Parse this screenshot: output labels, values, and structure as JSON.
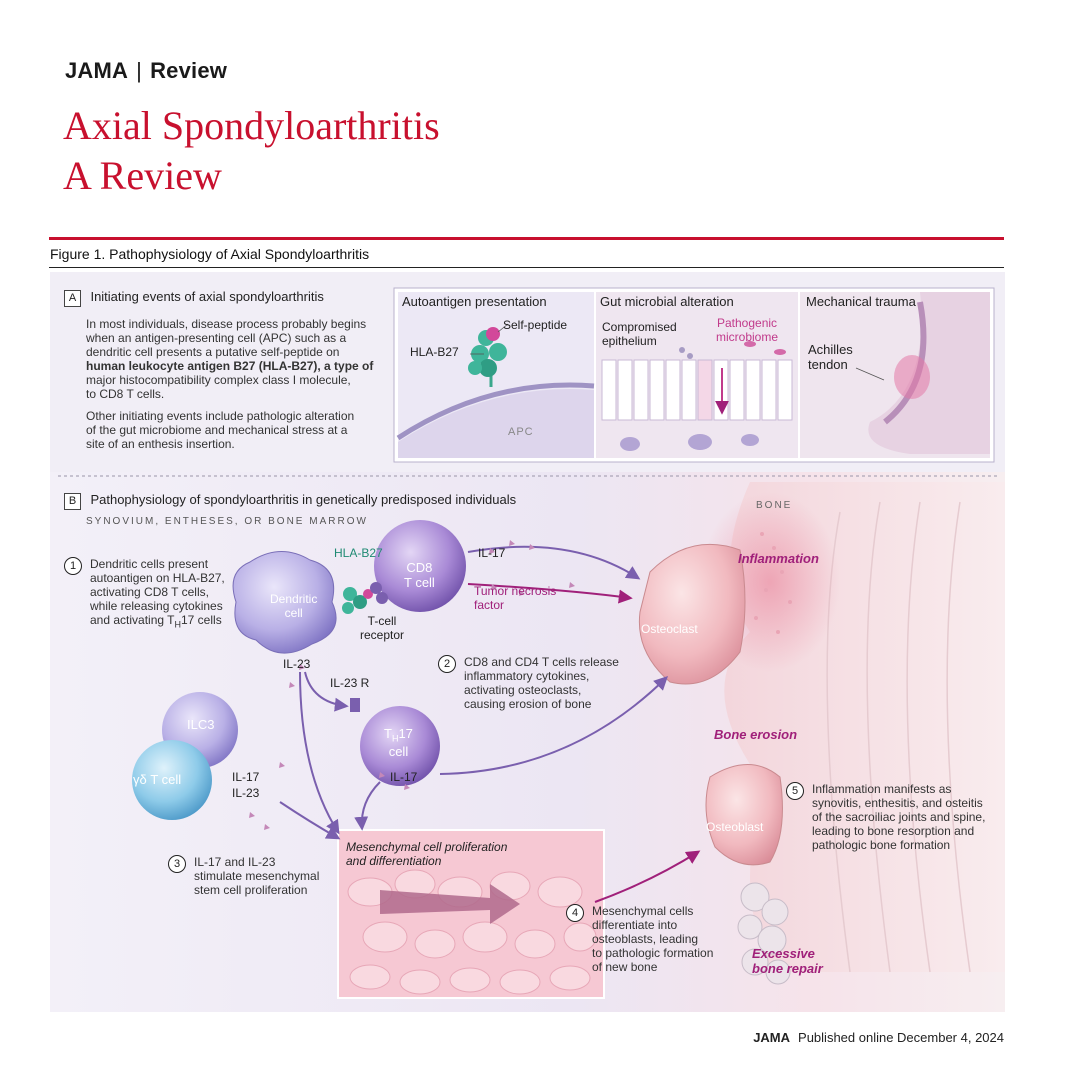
{
  "header": {
    "brand": "JAMA",
    "section": "Review",
    "title_line1": "Axial Spondyloarthritis",
    "title_line2": "A Review",
    "figure_caption": "Figure 1. Pathophysiology of Axial Spondyloarthritis"
  },
  "panel_a": {
    "letter": "A",
    "heading": "Initiating events of axial spondyloarthritis",
    "para1": [
      "In most individuals, disease process probably begins",
      "when an antigen-presenting cell (APC) such as a",
      "dendritic cell presents a putative self-peptide on",
      "human leukocyte antigen B27 (HLA-B27), a type of",
      "major histocompatibility complex class I molecule,",
      "to CD8 T cells."
    ],
    "para2": [
      "Other initiating events include pathologic alteration",
      "of the gut microbiome and mechanical stress at a",
      "site of an enthesis insertion."
    ],
    "inset1": {
      "title": "Autoantigen presentation",
      "hla": "HLA-B27",
      "peptide": "Self-peptide",
      "apc": "APC"
    },
    "inset2": {
      "title": "Gut microbial alteration",
      "epi1": "Compromised",
      "epi2": "epithelium",
      "path1": "Pathogenic",
      "path2": "microbiome"
    },
    "inset3": {
      "title": "Mechanical trauma",
      "t1": "Achilles",
      "t2": "tendon"
    }
  },
  "panel_b": {
    "letter": "B",
    "heading": "Pathophysiology of spondyloarthritis in genetically predisposed individuals",
    "subheading": "SYNOVIUM, ENTHESES, OR BONE MARROW",
    "bone_label": "BONE",
    "step1": {
      "num": "1",
      "lines": [
        "Dendritic cells present",
        "autoantigen on HLA-B27,",
        "activating CD8 T cells,",
        "while releasing cytokines",
        "and activating T",
        "17 cells"
      ],
      "sub": "H"
    },
    "step2": {
      "num": "2",
      "lines": [
        "CD8 and CD4 T cells release",
        "inflammatory cytokines,",
        "activating osteoclasts,",
        "causing erosion of bone"
      ]
    },
    "step3": {
      "num": "3",
      "lines": [
        "IL-17 and IL-23",
        "stimulate mesenchymal",
        "stem cell proliferation"
      ]
    },
    "step4": {
      "num": "4",
      "lines": [
        "Mesenchymal cells",
        "differentiate into",
        "osteoblasts, leading",
        "to pathologic formation",
        "of new bone"
      ]
    },
    "step5": {
      "num": "5",
      "lines": [
        "Inflammation manifests as",
        "synovitis, enthesitis, and osteitis",
        "of the sacroiliac joints and spine,",
        "leading to bone resorption and",
        "pathologic bone formation"
      ]
    },
    "labels": {
      "dendritic1": "Dendritic",
      "dendritic2": "cell",
      "hla": "HLA-B27",
      "cd8_1": "CD8",
      "cd8_2": "T cell",
      "tcr1": "T-cell",
      "tcr2": "receptor",
      "il17_top": "IL-17",
      "tnf1": "Tumor necrosis",
      "tnf2": "factor",
      "il23": "IL-23",
      "il23r": "IL-23 R",
      "th17_t": "T",
      "th17_h": "H",
      "th17_17": "17",
      "th17_cell": "cell",
      "il17_mid": "IL-17",
      "ilc3": "ILC3",
      "gdt": "γδ T cell",
      "il17_left": "IL-17",
      "il23_left": "IL-23",
      "osteoclast": "Osteoclast",
      "osteoblast": "Osteoblast",
      "inflammation": "Inflammation",
      "bone_erosion": "Bone erosion",
      "excess1": "Excessive",
      "excess2": "bone repair",
      "mesen1": "Mesenchymal cell proliferation",
      "mesen2": "and differentiation"
    }
  },
  "footer": {
    "journal": "JAMA",
    "published": "Published online December 4, 2024"
  },
  "colors": {
    "accent_red": "#c8102e",
    "magenta": "#a0207a",
    "teal": "#2a9d8f",
    "purple": "#8a6bc4"
  }
}
